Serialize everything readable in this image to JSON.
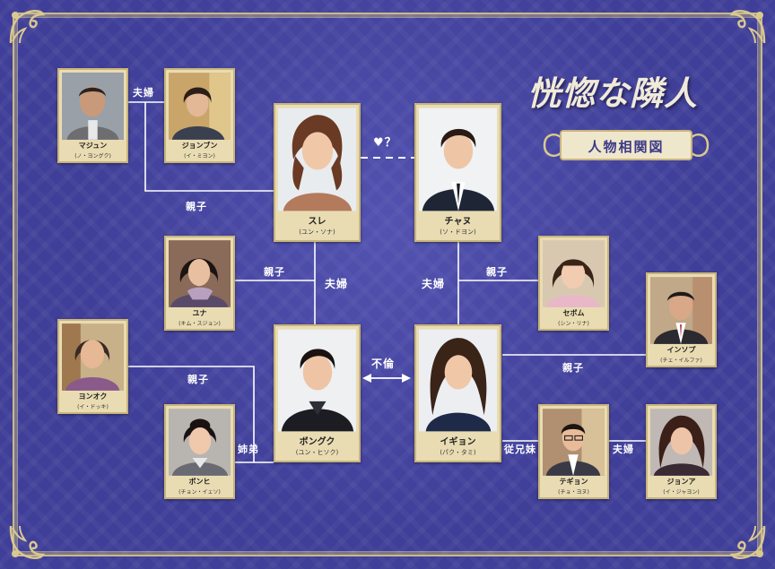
{
  "header": {
    "title": "恍惚な隣人",
    "subtitle": "人物相関図"
  },
  "colors": {
    "background": "#3f3e98",
    "frame": "#c9b98a",
    "card": "#e9dcb2",
    "lines": "#ffffff"
  },
  "characters": {
    "majun": {
      "name": "マジュン",
      "actor": "(ノ・ヨングク)"
    },
    "jongbun": {
      "name": "ジョンブン",
      "actor": "(イ・ミヨン)"
    },
    "sure": {
      "name": "スレ",
      "actor": "(ユン・ソナ)"
    },
    "chanu": {
      "name": "チャヌ",
      "actor": "(ソ・ドヨン)"
    },
    "yuna": {
      "name": "ユナ",
      "actor": "(キム・スジョン)"
    },
    "sebom": {
      "name": "セボム",
      "actor": "(シン・リナ)"
    },
    "insop": {
      "name": "インソプ",
      "actor": "(チェ・イルファ)"
    },
    "yonok": {
      "name": "ヨンオク",
      "actor": "(イ・ドッキ)"
    },
    "bongguk": {
      "name": "ボングク",
      "actor": "(ユン・ヒソク)"
    },
    "igyon": {
      "name": "イギョン",
      "actor": "(パク・タミ)"
    },
    "bonhi": {
      "name": "ボンヒ",
      "actor": "(チョン・イェソ)"
    },
    "tegyon": {
      "name": "テギョン",
      "actor": "(チョ・ヨヌ)"
    },
    "jonga": {
      "name": "ジョンア",
      "actor": "(イ・ジャヨン)"
    }
  },
  "relations": {
    "majun_jongbun": "夫婦",
    "parents_sure": "親子",
    "sure_chanu": "♥？",
    "yuna_parent": "親子",
    "sure_bongguk": "夫婦",
    "chanu_igyon": "夫婦",
    "sebom_parent": "親子",
    "bongguk_igyon": "不倫",
    "insop_igyon": "親子",
    "yonok_parent": "親子",
    "bonhi_bongguk": "姉弟",
    "igyon_tegyon": "従兄妹",
    "tegyon_jonga": "夫婦"
  },
  "icons": {
    "corners": "ornament-corner-icon",
    "heart": "heart-icon",
    "arrow": "double-arrow-icon"
  }
}
